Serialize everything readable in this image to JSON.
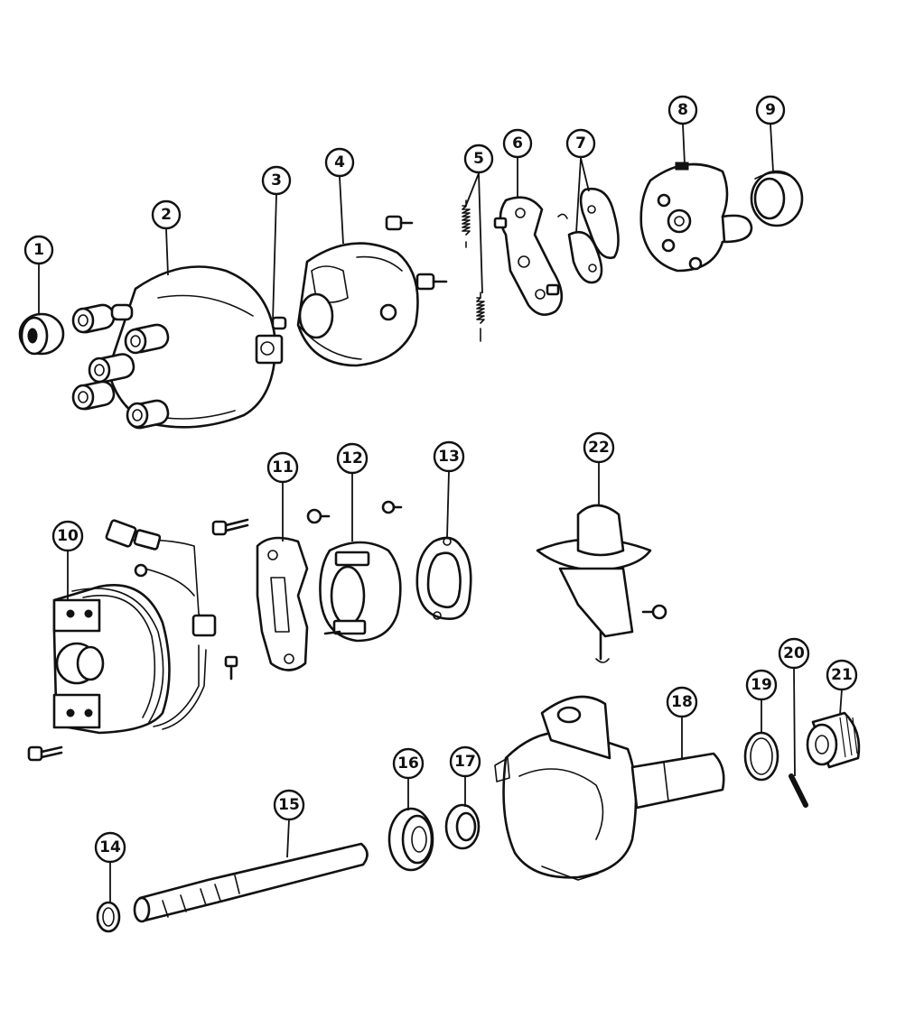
{
  "callouts": [
    {
      "id": "1",
      "label": "1"
    },
    {
      "id": "2",
      "label": "2"
    },
    {
      "id": "3",
      "label": "3"
    },
    {
      "id": "4",
      "label": "4"
    },
    {
      "id": "5",
      "label": "5"
    },
    {
      "id": "6",
      "label": "6"
    },
    {
      "id": "7",
      "label": "7"
    },
    {
      "id": "8",
      "label": "8"
    },
    {
      "id": "9",
      "label": "9"
    },
    {
      "id": "10",
      "label": "10"
    },
    {
      "id": "11",
      "label": "11"
    },
    {
      "id": "12",
      "label": "12"
    },
    {
      "id": "13",
      "label": "13"
    },
    {
      "id": "14",
      "label": "14"
    },
    {
      "id": "15",
      "label": "15"
    },
    {
      "id": "16",
      "label": "16"
    },
    {
      "id": "17",
      "label": "17"
    },
    {
      "id": "18",
      "label": "18"
    },
    {
      "id": "19",
      "label": "19"
    },
    {
      "id": "20",
      "label": "20"
    },
    {
      "id": "21",
      "label": "21"
    },
    {
      "id": "22",
      "label": "22"
    }
  ],
  "colors": {
    "ink": "#111111",
    "paper": "#ffffff"
  }
}
